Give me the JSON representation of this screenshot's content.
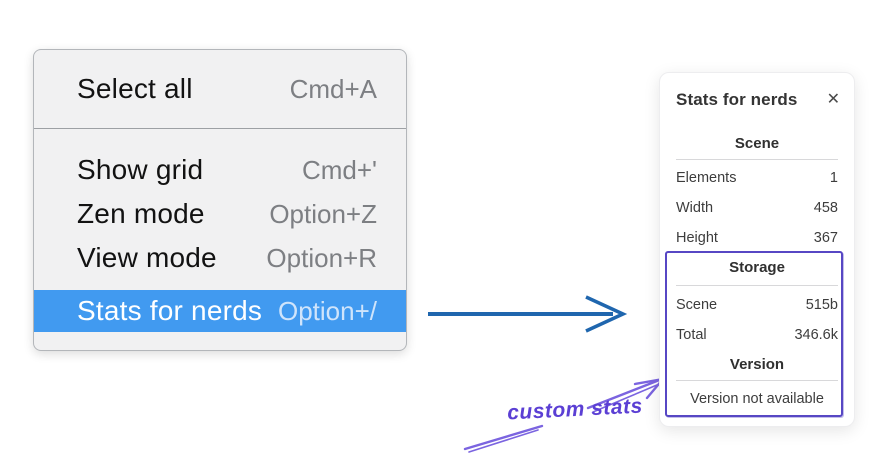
{
  "menu": {
    "section1": {
      "items": [
        {
          "label": "Select all",
          "shortcut": "Cmd+A"
        }
      ]
    },
    "section2": {
      "items": [
        {
          "label": "Show grid",
          "shortcut": "Cmd+'"
        },
        {
          "label": "Zen mode",
          "shortcut": "Option+Z"
        },
        {
          "label": "View mode",
          "shortcut": "Option+R"
        },
        {
          "label": "Stats for nerds",
          "shortcut": "Option+/",
          "highlighted": true
        }
      ]
    },
    "highlight_color": "#419af0"
  },
  "stats_panel": {
    "title": "Stats for nerds",
    "close_icon": "✕",
    "scene": {
      "heading": "Scene",
      "rows": [
        {
          "label": "Elements",
          "value": "1"
        },
        {
          "label": "Width",
          "value": "458"
        },
        {
          "label": "Height",
          "value": "367"
        }
      ]
    },
    "storage": {
      "heading": "Storage",
      "rows": [
        {
          "label": "Scene",
          "value": "515b"
        },
        {
          "label": "Total",
          "value": "346.6k"
        }
      ]
    },
    "version": {
      "heading": "Version",
      "note": "Version not available"
    }
  },
  "annotation": {
    "label": "custom stats",
    "text_color": "#5b3fd4",
    "arrow_color": "#7b64e0",
    "box_color": "#5747c4"
  },
  "pointer_arrow": {
    "color": "#1f66ae"
  }
}
